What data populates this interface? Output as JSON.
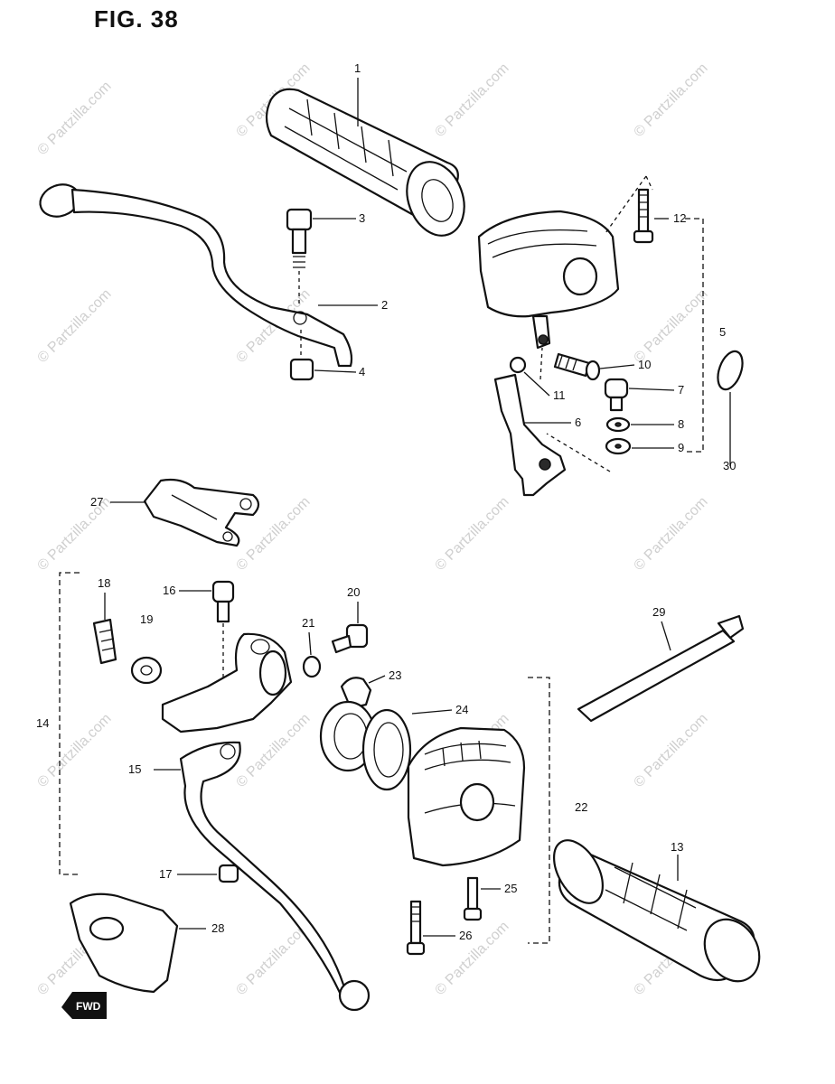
{
  "figure": {
    "title": "FIG. 38"
  },
  "watermark": {
    "text": "© Partzilla.com"
  },
  "forward_marker": {
    "label": "FWD"
  },
  "callouts": [
    {
      "id": "c1",
      "label": "1"
    },
    {
      "id": "c2",
      "label": "2"
    },
    {
      "id": "c3",
      "label": "3"
    },
    {
      "id": "c4",
      "label": "4"
    },
    {
      "id": "c5",
      "label": "5"
    },
    {
      "id": "c6",
      "label": "6"
    },
    {
      "id": "c7",
      "label": "7"
    },
    {
      "id": "c8",
      "label": "8"
    },
    {
      "id": "c9",
      "label": "9"
    },
    {
      "id": "c10",
      "label": "10"
    },
    {
      "id": "c11",
      "label": "11"
    },
    {
      "id": "c12",
      "label": "12"
    },
    {
      "id": "c13",
      "label": "13"
    },
    {
      "id": "c14",
      "label": "14"
    },
    {
      "id": "c15",
      "label": "15"
    },
    {
      "id": "c16",
      "label": "16"
    },
    {
      "id": "c17",
      "label": "17"
    },
    {
      "id": "c18",
      "label": "18"
    },
    {
      "id": "c19",
      "label": "19"
    },
    {
      "id": "c20",
      "label": "20"
    },
    {
      "id": "c21",
      "label": "21"
    },
    {
      "id": "c22",
      "label": "22"
    },
    {
      "id": "c23",
      "label": "23"
    },
    {
      "id": "c24",
      "label": "24"
    },
    {
      "id": "c25",
      "label": "25"
    },
    {
      "id": "c26",
      "label": "26"
    },
    {
      "id": "c27",
      "label": "27"
    },
    {
      "id": "c28",
      "label": "28"
    },
    {
      "id": "c29",
      "label": "29"
    },
    {
      "id": "c30",
      "label": "30"
    }
  ]
}
